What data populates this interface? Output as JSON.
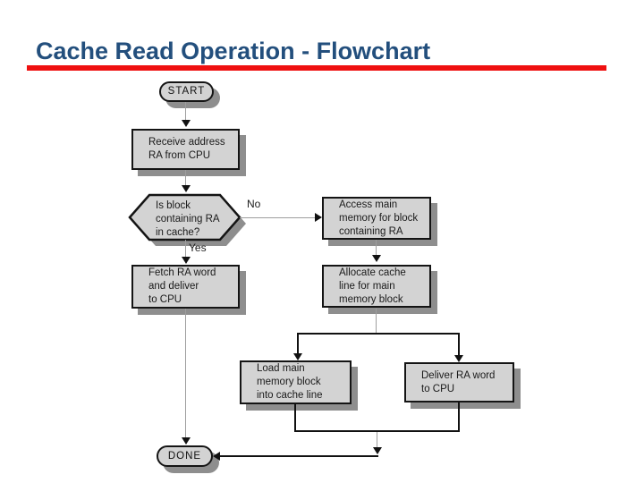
{
  "title": "Cache Read Operation - Flowchart",
  "colors": {
    "title_text": "#234F7D",
    "title_underline": "#EF1010",
    "node_fill": "#D3D3D3",
    "node_border": "#141414",
    "node_shadow": "#8E8E8E",
    "connector_gray": "#9E9E9E",
    "connector_black": "#111111"
  },
  "flowchart": {
    "start": "START",
    "receive": "Receive address\nRA from CPU",
    "decision": "Is block\ncontaining RA\nin cache?",
    "no_label": "No",
    "yes_label": "Yes",
    "access": "Access main\nmemory for block\ncontaining RA",
    "fetch": "Fetch RA word\nand deliver\nto CPU",
    "allocate": "Allocate cache\nline for main\nmemory block",
    "load": "Load main\nmemory block\ninto cache line",
    "deliver": "Deliver RA word\nto CPU",
    "done": "DONE"
  }
}
